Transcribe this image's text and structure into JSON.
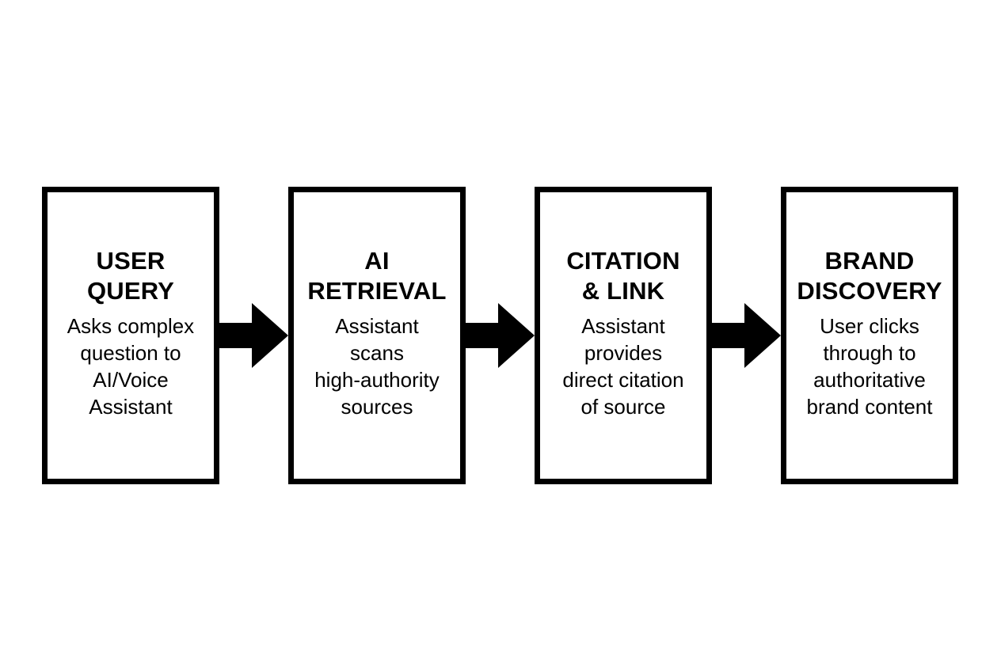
{
  "steps": [
    {
      "title_lines": [
        "USER",
        "QUERY"
      ],
      "desc_lines": [
        "Asks complex",
        "question to",
        "AI/Voice",
        "Assistant"
      ]
    },
    {
      "title_lines": [
        "AI",
        "RETRIEVAL"
      ],
      "desc_lines": [
        "Assistant",
        "scans",
        "high-authority",
        "sources"
      ]
    },
    {
      "title_lines": [
        "CITATION",
        "& LINK"
      ],
      "desc_lines": [
        "Assistant",
        "provides",
        "direct citation",
        "of source"
      ]
    },
    {
      "title_lines": [
        "BRAND",
        "DISCOVERY"
      ],
      "desc_lines": [
        "User clicks",
        "through to",
        "authoritative",
        "brand content"
      ]
    }
  ],
  "colors": {
    "stroke": "#000000",
    "background": "#ffffff"
  },
  "icons": {
    "connector": "arrow-right-icon"
  }
}
